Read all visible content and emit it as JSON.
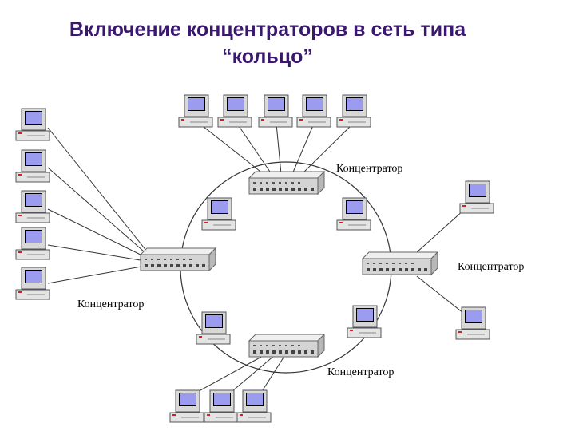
{
  "title": {
    "line1": "Включение концентраторов в сеть типа",
    "line2": "“кольцо”"
  },
  "hubs": [
    {
      "id": "top",
      "label": "Концентратор"
    },
    {
      "id": "left",
      "label": "Концентратор"
    },
    {
      "id": "right",
      "label": "Концентратор"
    },
    {
      "id": "bottom",
      "label": "Концентратор"
    }
  ],
  "icons": {
    "hub": "network-hub-icon",
    "computer": "computer-icon"
  },
  "colors": {
    "title": "#3a1870",
    "screen": "#9b9bf0",
    "case": "#dcdcdc",
    "line": "#333333"
  }
}
